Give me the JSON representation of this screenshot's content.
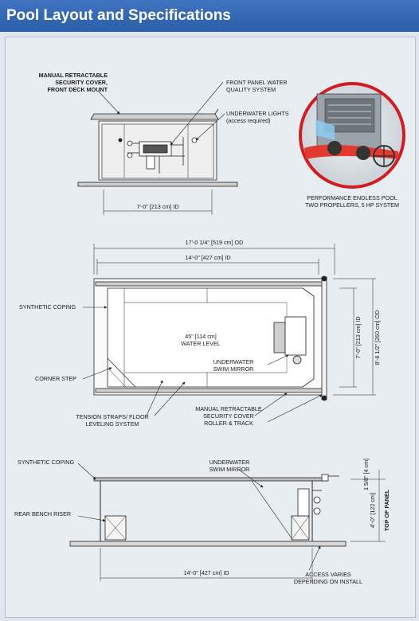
{
  "title": "Pool Layout and Specifications",
  "top_view": {
    "cover_label": [
      "MANUAL RETRACTABLE",
      "SECURITY COVER,",
      "FRONT DECK MOUNT"
    ],
    "panel_label": [
      "FRONT PANEL WATER",
      "QUALITY SYSTEM"
    ],
    "lights_label": [
      "UNDERWATER LIGHTS",
      "(access required)"
    ],
    "width_dim": "7'-0\" [213 cm] ID"
  },
  "inset": {
    "caption": [
      "PERFORMANCE ENDLESS POOL",
      "TWO PROPELLERS, 5 HP SYSTEM"
    ]
  },
  "plan_view": {
    "od_length": "17'-0 1/4\" [519 cm] OD",
    "id_length": "14'-0\" [427 cm] ID",
    "water_level": [
      "45\" [114 cm]",
      "WATER LEVEL"
    ],
    "coping_label": "SYNTHETIC COPING",
    "corner_step": "CORNER STEP",
    "mirror_label": [
      "UNDERWATER",
      "SWIM MIRROR"
    ],
    "straps_label": [
      "TENSION STRAPS/ FLOOR",
      "LEVELING SYSTEM"
    ],
    "roller_label": [
      "MANUAL RETRACTABLE",
      "SECURITY COVER",
      "ROLLER & TRACK"
    ],
    "id_width": "7'-0\" [213 cm] ID",
    "od_width": "8'-6 1/2\" [260 cm] OD"
  },
  "side_view": {
    "coping_label": "SYNTHETIC COPING",
    "mirror_label": [
      "UNDERWATER",
      "SWIM MIRROR"
    ],
    "bench_label": "REAR BENCH RISER",
    "id_length": "14'-0\" [427 cm] ID",
    "access_label": [
      "ACCESS VARIES",
      "DEPENDING ON INSTALL"
    ],
    "top_dim": "1 5/8\" [4 cm]",
    "panel_dim": "4'-0\" [122 cm]",
    "panel_label": "TOP OF PANEL"
  }
}
